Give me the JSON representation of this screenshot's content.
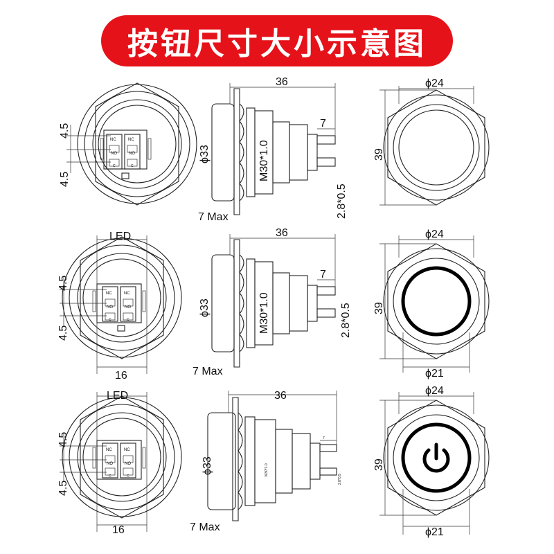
{
  "title": "按钮尺寸大小示意图",
  "colors": {
    "banner": "#e6121a",
    "banner_text": "#ffffff",
    "line": "#222222"
  },
  "rows": [
    {
      "back": {
        "top_dim": "4.5",
        "bottom_dim": "4.5",
        "contact_nc": "NC",
        "contact_no": "NO",
        "contact_c": "C"
      },
      "side": {
        "length": "36",
        "diameter": "ϕ33",
        "thread": "M30*1.0",
        "terminal_len": "7",
        "terminal_size": "2.8*0.5",
        "panel": "7 Max"
      },
      "front": {
        "diameter": "ϕ24",
        "height": "39"
      }
    },
    {
      "back": {
        "led_label": "LED",
        "top_dim": "4.5",
        "bottom_dim": "4.5",
        "width": "16",
        "contact_nc": "NC",
        "contact_no": "NO",
        "contact_c": "C"
      },
      "side": {
        "length": "36",
        "diameter": "ϕ33",
        "thread": "M30*1.0",
        "terminal_len": "7",
        "terminal_size": "2.8*0.5",
        "panel": "7 Max"
      },
      "front": {
        "diameter": "ϕ24",
        "height": "39",
        "ring_diameter": "ϕ21"
      }
    },
    {
      "back": {
        "led_label": "LED",
        "top_dim": "4.5",
        "bottom_dim": "4.5",
        "width": "16",
        "contact_nc": "NC",
        "contact_no": "NO",
        "contact_c": "C"
      },
      "side": {
        "length": "36",
        "diameter": "ϕ33",
        "thread": "M30*1.0",
        "terminal_len": "7",
        "terminal_size": "2.8*0.5",
        "panel": "7 Max"
      },
      "front": {
        "diameter": "ϕ24",
        "height": "39",
        "ring_diameter": "ϕ21",
        "icon": "power-icon"
      }
    }
  ]
}
